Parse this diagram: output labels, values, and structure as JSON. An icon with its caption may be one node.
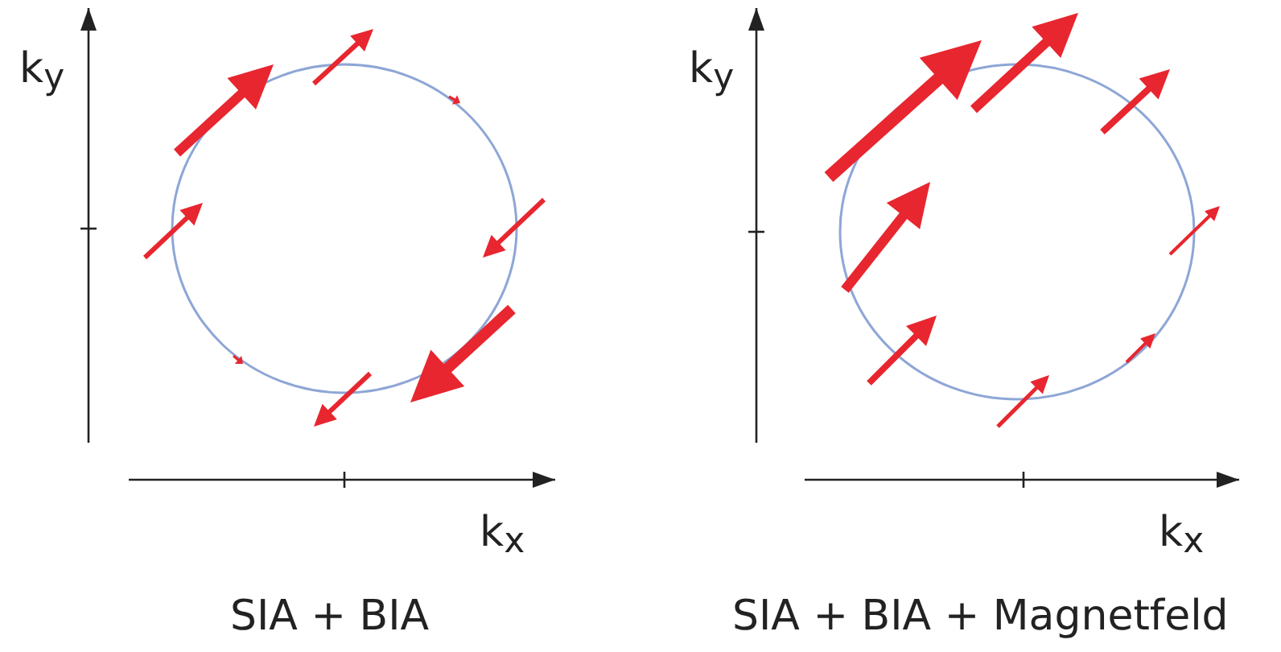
{
  "diagram": {
    "labels": [
      "k$_{y}$",
      "k$_{y}$",
      "k$_{x}$",
      "k$_{x}$",
      "SIA + BIA",
      "SIA + BIA + Magnetfeld"
    ]
  }
}
